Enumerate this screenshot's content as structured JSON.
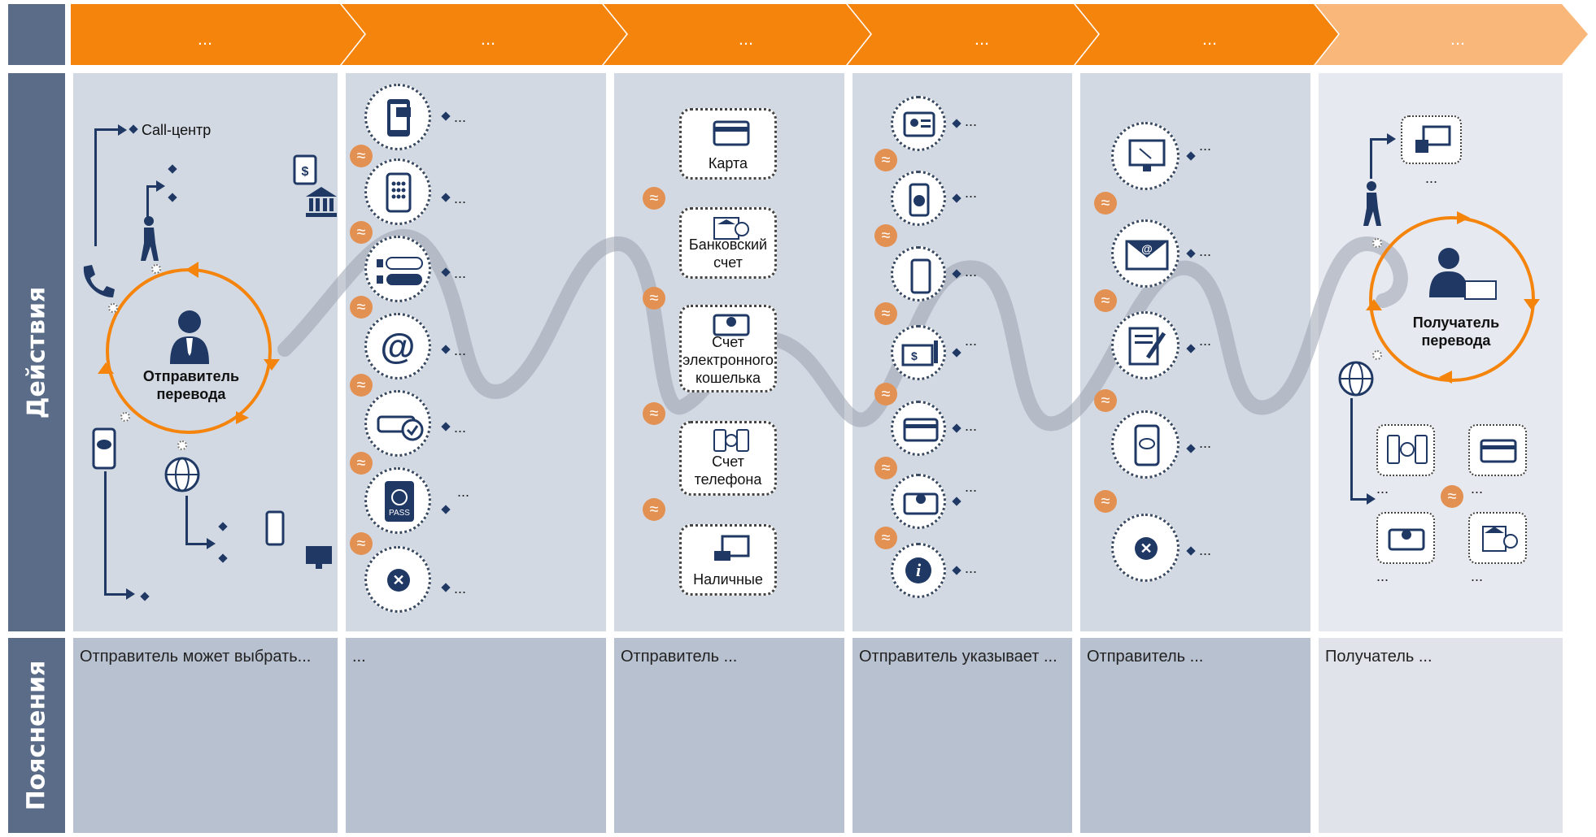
{
  "steps": [
    "...",
    "...",
    "...",
    "...",
    "...",
    "..."
  ],
  "rows": {
    "actions": "Действия",
    "notes": "Пояснения"
  },
  "col1": {
    "call_center": "Call-центр",
    "sender": "Отправитель перевода"
  },
  "col3": {
    "karta": "Карта",
    "bank": "Банковский счет",
    "ewallet": "Счет электронного кошелька",
    "phone": "Счет телефона",
    "cash": "Наличные"
  },
  "col6": {
    "receiver": "Получатель перевода",
    "dots": "..."
  },
  "ellipsis": "...",
  "notes": [
    "Отправитель может выбрать...",
    "...",
    "Отправитель ...",
    "Отправитель указывает ...",
    "Отправитель ...",
    "Получатель ..."
  ],
  "colors": {
    "orange": "#f5840c",
    "orange_light": "#f9b77a",
    "navy": "#1f3864",
    "slate": "#5a6c87"
  }
}
